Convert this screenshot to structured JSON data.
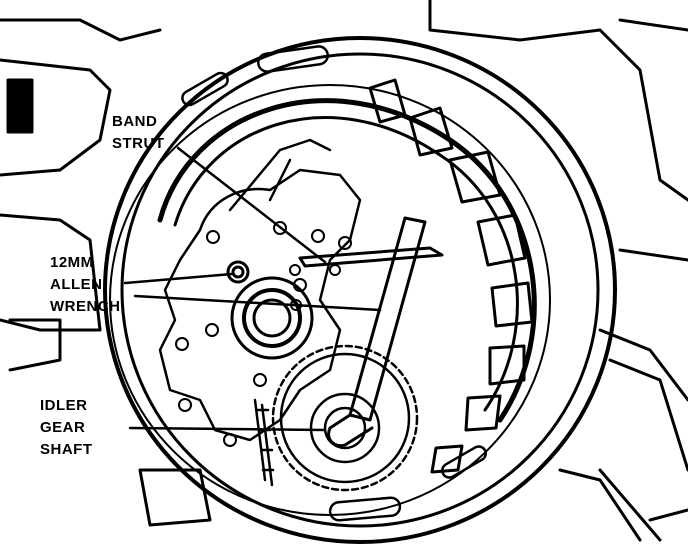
{
  "colors": {
    "ink": "#000000",
    "paper": "#ffffff"
  },
  "labels": {
    "band_strut": [
      "BAND",
      "STRUT"
    ],
    "allen_wrench": [
      "12MM",
      "ALLEN",
      "WRENCH"
    ],
    "idler_gear_shaft": [
      "IDLER",
      "GEAR",
      "SHAFT"
    ]
  }
}
